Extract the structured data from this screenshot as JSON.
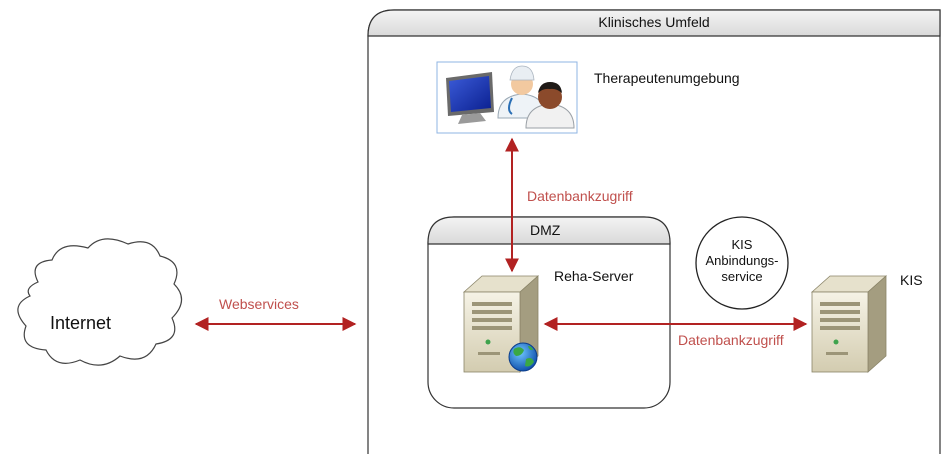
{
  "clinical_env": {
    "title": "Klinisches Umfeld"
  },
  "therapist_env": {
    "label": "Therapeutenumgebung"
  },
  "dmz": {
    "title": "DMZ"
  },
  "reha_server": {
    "label": "Reha-Server"
  },
  "kis": {
    "label": "KIS"
  },
  "kis_service": {
    "line1": "KIS",
    "line2": "Anbindungs-",
    "line3": "service"
  },
  "internet": {
    "label": "Internet"
  },
  "arrows": {
    "webservices": "Webservices",
    "db_access_therapist": "Datenbankzugriff",
    "db_access_kis": "Datenbankzugriff"
  },
  "colors": {
    "arrow": "#b22222",
    "arrow_label": "#c0504d",
    "box_stroke": "#333333",
    "header_fill": "#e6e6e6"
  },
  "icons": [
    "cloud-icon",
    "monitor-icon",
    "doctor-icon",
    "patient-icon",
    "server-icon",
    "globe-icon"
  ]
}
